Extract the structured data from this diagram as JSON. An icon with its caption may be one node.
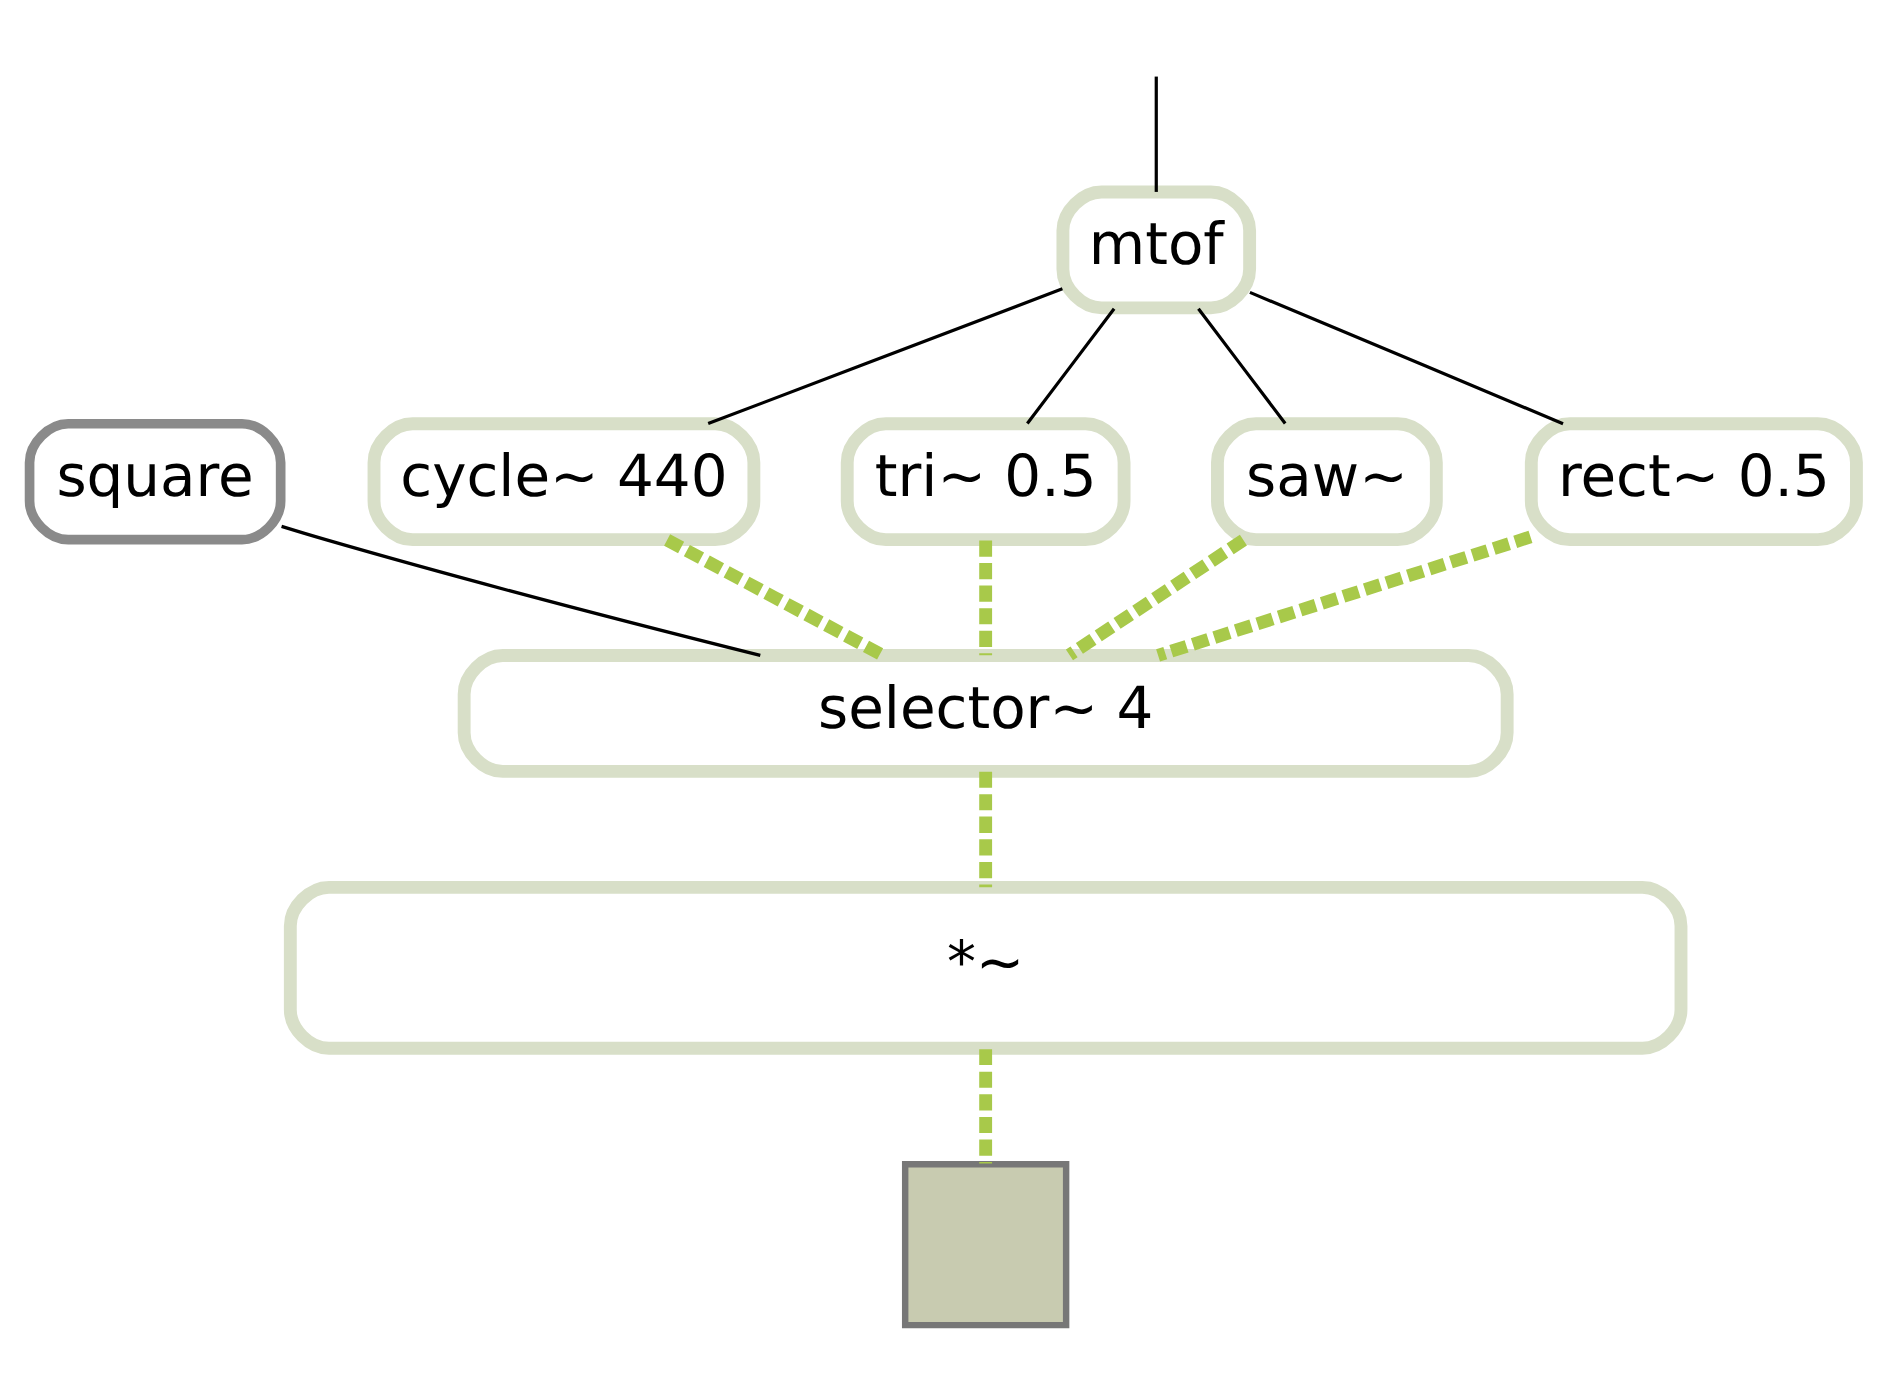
{
  "diagram": {
    "nodes": [
      {
        "text": [
          "mtof"
        ]
      },
      {
        "text": [
          "square"
        ]
      },
      {
        "text": [
          "cycle~ 440"
        ]
      },
      {
        "text": [
          "tri~ 0.5"
        ]
      },
      {
        "text": [
          "saw~"
        ]
      },
      {
        "text": [
          "rect~ 0.5"
        ]
      },
      {
        "text": [
          "selector~ 4"
        ]
      },
      {
        "text": [
          "*~"
        ]
      },
      {
        "text": [],
        "shape": "box"
      }
    ],
    "edges": [
      {
        "from": null,
        "to": 0,
        "arrow": "none"
      },
      {
        "from": 0,
        "to": 2,
        "arrow": "none"
      },
      {
        "from": 0,
        "to": 4,
        "arrow": "none"
      },
      {
        "from": 0,
        "to": 3,
        "arrow": "none"
      },
      {
        "from": 0,
        "to": 5,
        "arrow": "none"
      },
      {
        "from": 1,
        "to": 6,
        "arrow": "none"
      },
      {
        "from": 2,
        "to": 6,
        "arrow": "none",
        "style": "dashed",
        "color": "#a8c94a"
      },
      {
        "from": 4,
        "to": 6,
        "arrow": "none",
        "style": "dashed",
        "color": "#a8c94a"
      },
      {
        "from": 3,
        "to": 6,
        "arrow": "none",
        "style": "dashed",
        "color": "#a8c94a"
      },
      {
        "from": 5,
        "to": 6,
        "arrow": "none",
        "style": "dashed",
        "color": "#a8c94a"
      },
      {
        "from": 6,
        "to": 7,
        "arrow": "none",
        "style": "dashed",
        "color": "#a8c94a"
      },
      {
        "from": 7,
        "to": 8,
        "arrow": "none",
        "style": "dashed",
        "color": "#a8c94a"
      }
    ]
  }
}
